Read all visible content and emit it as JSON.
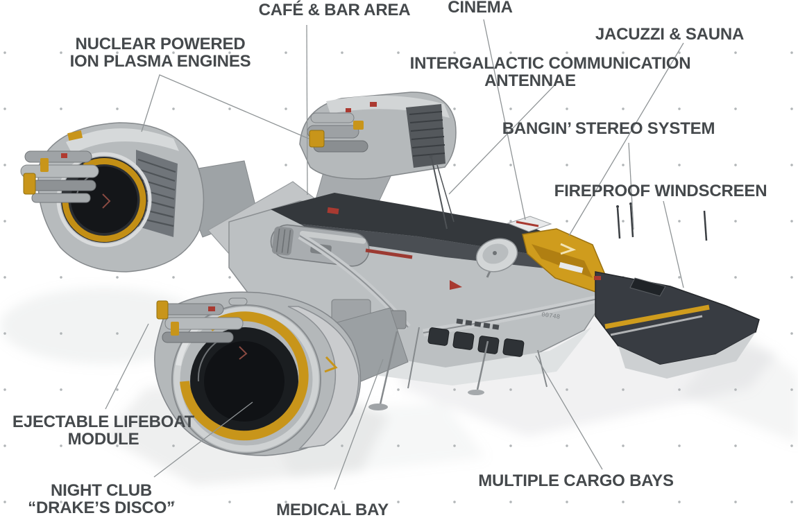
{
  "diagram": {
    "subject": "spaceship-side-view-cutaway-annotation",
    "background": "dotted-grid",
    "colors": {
      "background": "#ffffff",
      "grid_dot": "#b2b6b8",
      "label_text": "#45494c",
      "leader_line": "#8f9496",
      "accent_yellow": "#c8951a",
      "hull_grey": "#bcc0c2",
      "hull_dark": "#34383c",
      "engine_dark": "#1a1d20"
    }
  },
  "labels": {
    "nuclear": {
      "line1": "NUCLEAR POWERED",
      "line2": "ION PLASMA ENGINES"
    },
    "cafe": {
      "line1": "CAFÉ & BAR AREA"
    },
    "cinema": {
      "line1": "CINEMA"
    },
    "intergalactic": {
      "line1": "INTERGALACTIC COMMUNICATION",
      "line2": "ANTENNAE"
    },
    "jacuzzi": {
      "line1": "JACUZZI & SAUNA"
    },
    "stereo": {
      "line1": "BANGIN’ STEREO SYSTEM"
    },
    "fireproof": {
      "line1": "FIREPROOF WINDSCREEN"
    },
    "ejectable": {
      "line1": "EJECTABLE LIFEBOAT",
      "line2": "MODULE"
    },
    "nightclub": {
      "line1": "NIGHT CLUB",
      "line2": "“DRAKE’S DISCO”"
    },
    "medical": {
      "line1": "MEDICAL BAY"
    },
    "cargo": {
      "line1": "MULTIPLE CARGO BAYS"
    }
  }
}
